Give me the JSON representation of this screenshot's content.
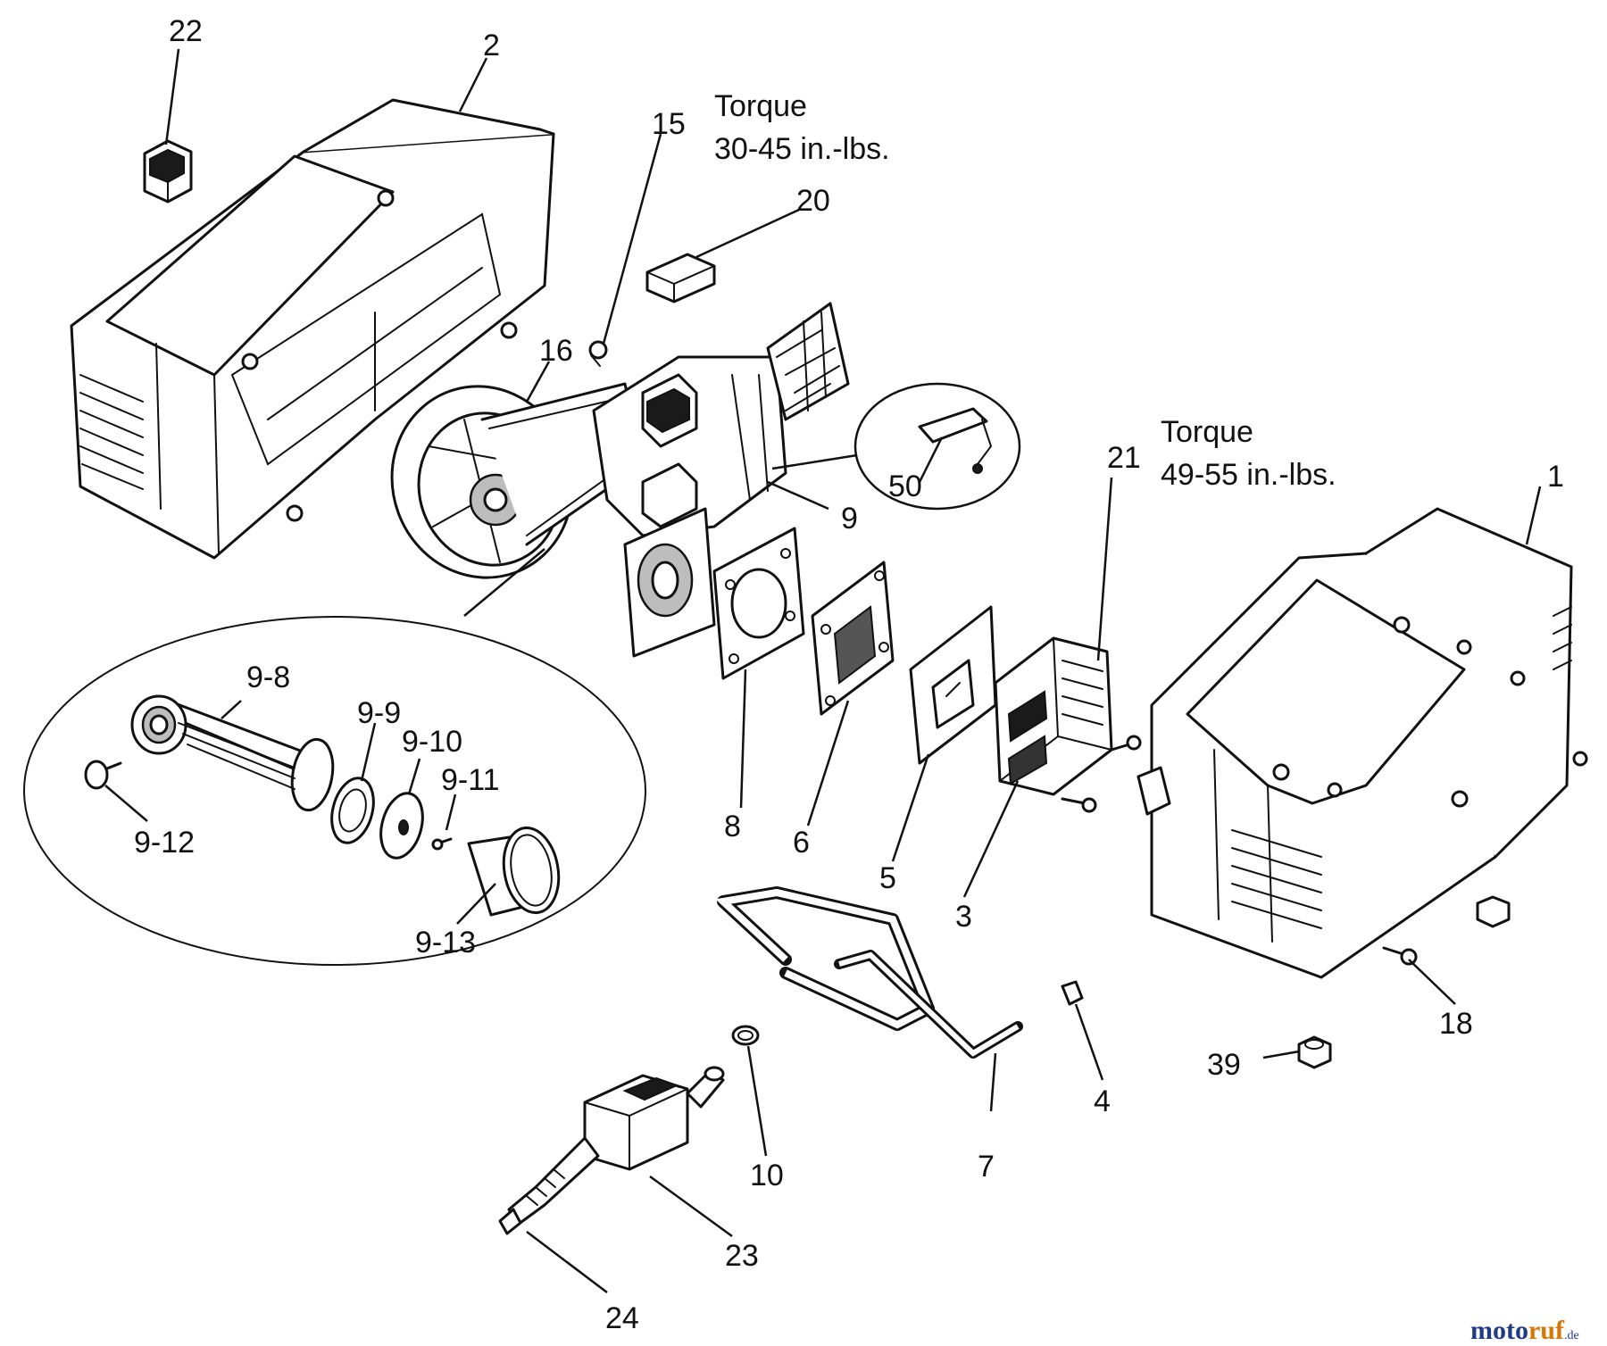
{
  "notes": {
    "torque_top_line1": "Torque",
    "torque_top_line2": "30-45 in.-lbs.",
    "torque_right_line1": "Torque",
    "torque_right_line2": "49-55 in.-lbs."
  },
  "labels": {
    "p1": "1",
    "p2": "2",
    "p3": "3",
    "p4": "4",
    "p5": "5",
    "p6": "6",
    "p7": "7",
    "p8": "8",
    "p9": "9",
    "p10": "10",
    "p15": "15",
    "p16": "16",
    "p18": "18",
    "p20": "20",
    "p21": "21",
    "p22": "22",
    "p23": "23",
    "p24": "24",
    "p39": "39",
    "p50": "50",
    "p9_8": "9-8",
    "p9_9": "9-9",
    "p9_10": "9-10",
    "p9_11": "9-11",
    "p9_12": "9-12",
    "p9_13": "9-13"
  },
  "watermark": {
    "part1": "moto",
    "part2": "ruf",
    "suffix": ".de"
  }
}
